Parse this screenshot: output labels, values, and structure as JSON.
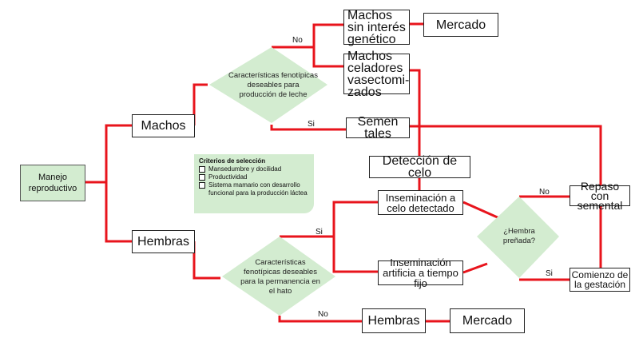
{
  "diagram": {
    "colors": {
      "line": "#e8141c",
      "decision_fill": "#d3ecd0",
      "box_border": "#222222"
    },
    "nodes": {
      "manejo": "Manejo reproductivo",
      "machos": "Machos",
      "hembras": "Hembras",
      "decision_machos": "Características fenotípicas deseables para producción de leche",
      "decision_hembras": "Características fenotípicas deseables para la permanencia en el hato",
      "machos_sin_interes": "Machos sin interés genético",
      "mercado_top": "Mercado",
      "machos_celadores": "Machos celadores vasectomi-zados",
      "semen": "Semen tales",
      "deteccion": "Detección de celo",
      "ia_celo": "Inseminación a celo detectado",
      "ia_fijo": "Inseminación artificia a tiempo fijo",
      "hembra_prenada": "¿Hembra preñada?",
      "repaso": "Repaso con semental",
      "comienzo": "Comienzo de la gestación",
      "hembras_bottom": "Hembras",
      "mercado_bottom": "Mercado"
    },
    "edge_labels": {
      "no_machos": "No",
      "si_machos": "Si",
      "si_hembras": "Si",
      "no_hembras": "No",
      "no_prenada": "No",
      "si_prenada": "Si"
    },
    "criteria": {
      "title": "Criterios de selección",
      "items": [
        "Mansedumbre y docilidad",
        "Productividad",
        "Sistema mamario con desarrollo funcional para la producción láctea"
      ]
    }
  }
}
